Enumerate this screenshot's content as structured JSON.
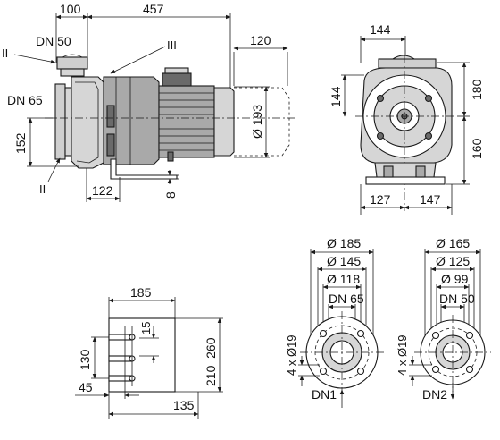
{
  "side_view": {
    "dim_100": "100",
    "dim_457": "457",
    "dim_120": "120",
    "dim_193": "Ø 193",
    "dim_152": "152",
    "dim_122": "122",
    "dim_8": "8",
    "label_dn50": "DN 50",
    "label_dn65": "DN 65",
    "roman_2_top": "II",
    "roman_2_bottom": "II",
    "roman_3": "III"
  },
  "front_view": {
    "dim_144_top": "144",
    "dim_144_side": "144",
    "dim_180": "180",
    "dim_160": "160",
    "dim_127": "127",
    "dim_147": "147"
  },
  "foot_view": {
    "dim_185": "185",
    "dim_15": "15",
    "dim_130": "130",
    "dim_210_260": "210–260",
    "dim_45": "45",
    "dim_135": "135"
  },
  "flange_dn1": {
    "d_outer": "Ø 185",
    "d_bolt": "Ø 145",
    "d_face": "Ø 118",
    "nominal": "DN 65",
    "holes": "4 x Ø19",
    "caption": "DN1"
  },
  "flange_dn2": {
    "d_outer": "Ø 165",
    "d_bolt": "Ø 125",
    "d_face": "Ø 99",
    "nominal": "DN 50",
    "holes": "4 x Ø19",
    "caption": "DN2"
  }
}
